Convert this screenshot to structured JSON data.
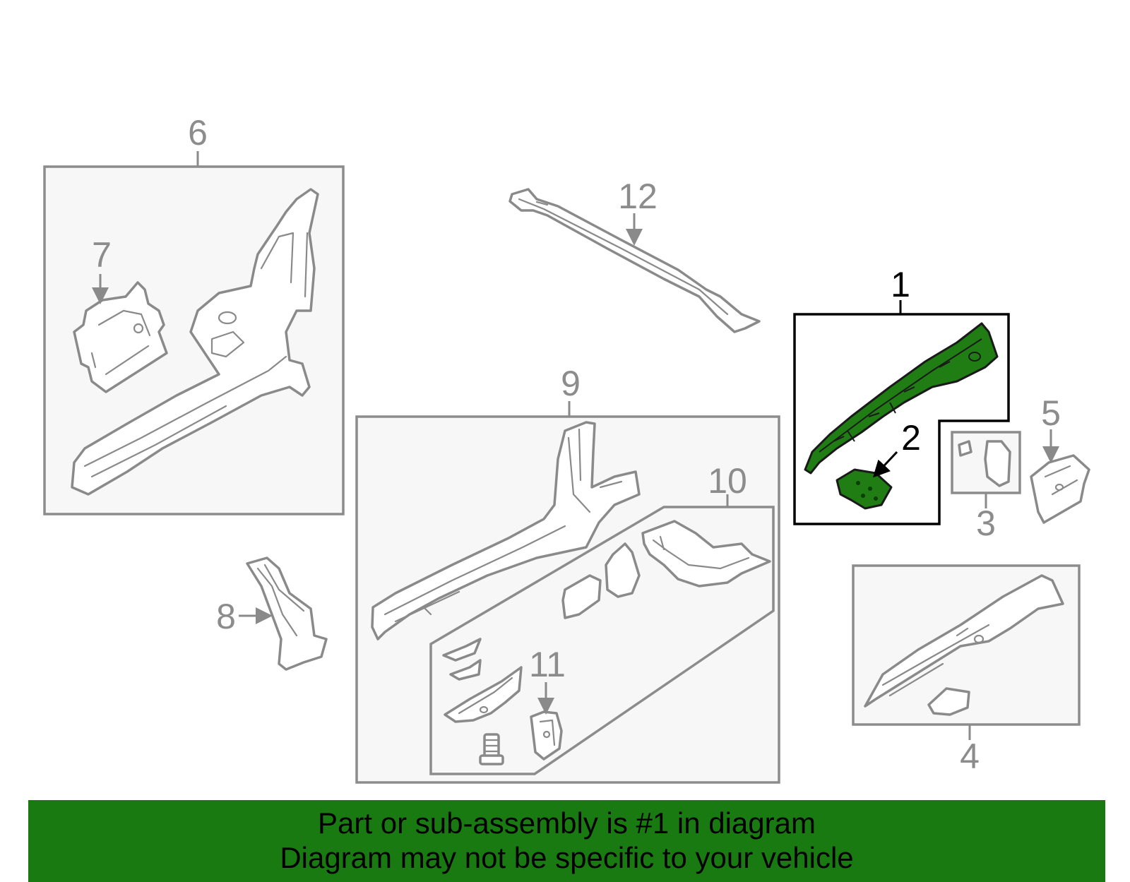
{
  "colors": {
    "highlight_part": "#1f7d14",
    "banner_background": "#1a7a12",
    "group_box_fill": "#f7f7f7",
    "line_gray": "#8a8a8a",
    "highlight_outline": "#000000"
  },
  "callouts": {
    "c1": "1",
    "c2": "2",
    "c3": "3",
    "c4": "4",
    "c5": "5",
    "c6": "6",
    "c7": "7",
    "c8": "8",
    "c9": "9",
    "c10": "10",
    "c11": "11",
    "c12": "12"
  },
  "highlighted_callout": "1",
  "banner": {
    "line1": "Part or sub-assembly is #1 in diagram",
    "line2": "Diagram may not be specific to your vehicle"
  }
}
